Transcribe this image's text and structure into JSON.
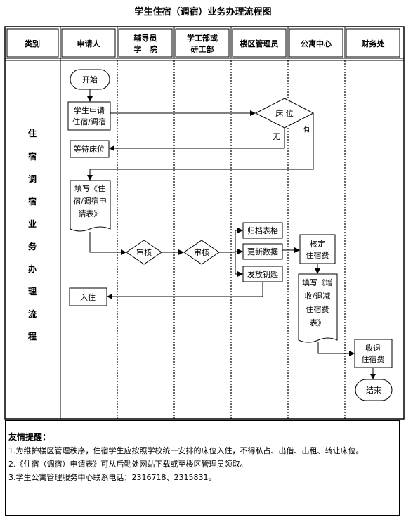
{
  "title": "学生住宿（调宿）业务办理流程图",
  "headers": {
    "category": "类别",
    "applicant": "申请人",
    "counselor_line1": "辅导员",
    "counselor_line2": "学　院",
    "student_affairs_line1": "学工部或",
    "student_affairs_line2": "研工部",
    "building_manager": "楼区管理员",
    "apartment_center": "公寓中心",
    "finance": "财务处"
  },
  "category_text": [
    "住",
    "宿",
    "调",
    "宿",
    "业",
    "务",
    "办",
    "理",
    "流",
    "程"
  ],
  "nodes": {
    "start": "开始",
    "apply_line1": "学生申请",
    "apply_line2": "住宿/调宿",
    "bed_decision": "床 位",
    "wait_bed": "等待床位",
    "fill_form_line1": "填写《住",
    "fill_form_line2": "宿/调宿申",
    "fill_form_line3": "请表》",
    "review_counselor": "审核",
    "review_affairs": "审核",
    "archive": "归档表格",
    "update_data": "更新数据",
    "issue_key": "发放钥匙",
    "check_in": "入住",
    "verify_fee_line1": "核定",
    "verify_fee_line2": "住宿费",
    "fill_fee_line1": "填写《增",
    "fill_fee_line2": "收/退减",
    "fill_fee_line3": "住宿费",
    "fill_fee_line4": "表》",
    "collect_fee_line1": "收退",
    "collect_fee_line2": "住宿费",
    "end": "结束"
  },
  "edge_labels": {
    "no_bed": "无",
    "has_bed": "有"
  },
  "tips": {
    "heading": "友情提醒：",
    "line1": "1.为维护楼区管理秩序，住宿学生应按照学校统一安排的床位入住，不得私占、出借、出租、转让床位。",
    "line2": "2.《住宿（调宿）申请表》可从后勤处网站下载或至楼区管理员领取。",
    "line3": "3.学生公寓管理服务中心联系电话：2316718、2315831。"
  },
  "colors": {
    "line": "#000000",
    "header_bg": "#ffffff"
  }
}
